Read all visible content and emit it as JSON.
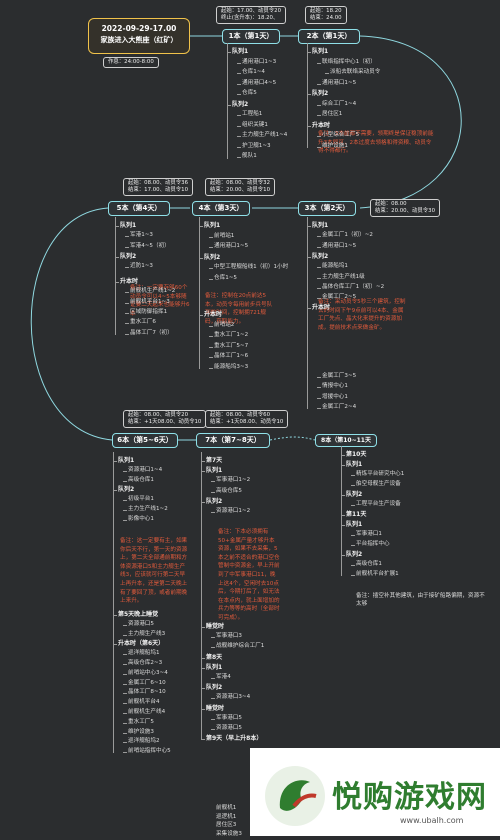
{
  "title": {
    "date": "2022-09-29-17.00",
    "name": "家族进入大熊座（红矿）",
    "work": "作息：24:00-8:00"
  },
  "info_top": {
    "line1": "起始：17.00、动员令20",
    "line2": "终止(含升本)：18.20、"
  },
  "info_2": {
    "line1": "起始：18.20",
    "line2": "结束：24.00"
  },
  "info_3": {
    "line1": "起始：08.00",
    "line2": "结束：20.00、动员令30"
  },
  "info_4": {
    "line1": "起始：08.00、动员令32",
    "line2": "结束：20.00、动员令10"
  },
  "info_5": {
    "line1": "起始：08.00、动员令36",
    "line2": "结束：17.00、动员令10"
  },
  "info_6": {
    "line1": "起始：08.00、动员令20",
    "line2": "结束：+1天08.00、动员令10"
  },
  "info_7": {
    "line1": "起始：08.00、动员令60",
    "line2": "结束：+1天08.00、动员令10"
  },
  "nodes": {
    "n1": "1本（第1天）",
    "n2": "2本（第1天）",
    "n3": "3本（第2天）",
    "n4": "4本（第3天）",
    "n5": "5本（第4天）",
    "n6": "6本（第5~6天）",
    "n7": "7本（第7~8天）",
    "n8": "8本（第10~11天"
  },
  "b1": [
    "队列1",
    "通用港口1~3",
    "仓库1~4",
    "通用港口4~5",
    "仓库5",
    "队列2",
    "工程船1",
    "组织关键1",
    "主力舰生产线1~4",
    "护卫舰1~3",
    "舰队1"
  ],
  "b2": [
    "队列1",
    "联络指挥中心1（初）",
    "派船去联络采动员令",
    "通用港口1~5",
    "队列2",
    "综合工厂1~4",
    "居住区1",
    "升本时",
    "小型综合工厂5",
    "维护设施1"
  ],
  "b2_note": "备注：3本前都不需要，领期终是保证稳顶前能升3本即可，2本过度去领格和得资粮、动员令得不得都行。",
  "b3": [
    "队列1",
    "金属工厂1（初）~2",
    "通用港口1~5",
    "队列2",
    "能源船坞1",
    "主力舰生产线1级",
    "晶体仓库工厂1（初）~2",
    "金属工厂2~5",
    "升本时",
    "金属工厂3~5",
    "情报中心1",
    "增援中心1",
    "金属工厂2~4"
  ],
  "b3_note": "备注：采动员令5秒三个建筑，控制去的时间下午9点前可以4本、金属工厂先点、晶大化来提升的资源加成，提前技术点来做金矿。",
  "b4": [
    "队列1",
    "前哨站1",
    "通用港口1~5",
    "队列2",
    "中型工程舰船线1（初）1小时",
    "仓库1~5",
    "升本时",
    "前哨站2",
    "重水工厂1~2",
    "重水工厂5~7",
    "晶体工厂1~6",
    "能源船坞3~3"
  ],
  "b4_note": "备注：控制在20点前达5本，动员令每用前步兵号队列的时间，控制拥721舰码，获取能力。",
  "b5": [
    "队列1",
    "军港1~3",
    "军港4~5（初）",
    "队列2",
    "近防1~3",
    "升本时",
    "前舰机生产线1~2",
    "前舰机平台1~3",
    "区域防御指挥1",
    "重水工厂6",
    "晶体工厂7（初）"
  ],
  "b5_note": "备注：一定要存够60个动员令可以4~5本够随证要二天起来也能够升6本",
  "b6": [
    "队列1",
    "资源港口1~4",
    "高级仓库1",
    "队列2",
    "初级平台1",
    "主力生产线1~2",
    "影像中心1",
    "第5天晚上睡觉",
    "资源港口5",
    "主力舰生产线3",
    "升本时（第6天）",
    "巡洋舰船坞1",
    "高级仓库2~3",
    "前哨站中心3~4",
    "金属工厂6~10",
    "晶体工厂8~10",
    "前舰机平台4",
    "前舰机生产线4",
    "重水工厂5",
    "维护设施3",
    "巡洋舰船坞2",
    "前哨站指挥中心5"
  ],
  "b6_note": "备注：这一定要有主，如果你后天不行，第一天的资源上，第二天全部通前期和方体资源港口5和主力舰生产线3，应该就可行第二天早上再升本，还是第二天晚上有了要回了顶，或者前期晚上来升。",
  "b7": [
    "第7天",
    "队列1",
    "军事港口1~2",
    "高级仓库5",
    "队列2",
    "资源港口1~2",
    "睡觉时",
    "军事港口3",
    "战舰维护综合工厂1",
    "第8天",
    "队列1",
    "军港4",
    "队列2",
    "资源港口3~4",
    "睡觉时",
    "军事港口5",
    "资源港口5",
    "第9天（早上升8本）"
  ],
  "b7_note": "备注：下本必须拥有50+金属产量才够升本资源，如果不去采集，5本之前不适合的港口空仓管制中资源金，早上开前到了中军事港口11，晚上这4个，空闲时去10点后，今期打后了，如无法在本点内，就上面增加的兵力等等的高时（全部时可完成）。",
  "b7_tail": [
    "前舰机1",
    "巡逻机1",
    "居住区3",
    "采集设施3"
  ],
  "b8": [
    "第10天",
    "队列1",
    "精炼平台研究中心1",
    "舶空母舰生产设备",
    "队列2",
    "工程平台生产设备",
    "第11天",
    "队列1",
    "军事港口1",
    "平台指挥中心",
    "队列2",
    "高级仓库1",
    "前舰机平台扩展1"
  ],
  "b8_note": "备注：插空补其他建筑，由于接矿船路偏期，资源不太够",
  "logo": {
    "text": "悦购游戏网",
    "url": "www.ubalh.com"
  },
  "colors": {
    "accent": "#8fe0e8",
    "note": "#e25b3c",
    "title": "#f0c24a",
    "logo_green": "#2f7d2f"
  }
}
